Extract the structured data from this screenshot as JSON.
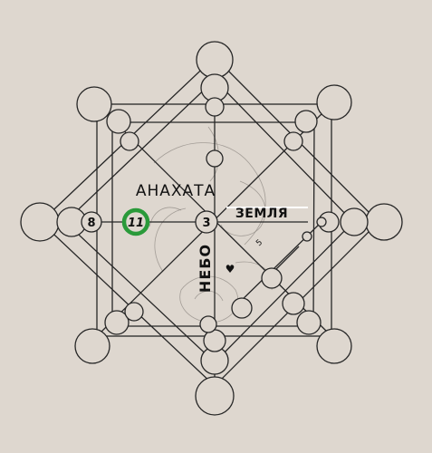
{
  "labels": {
    "anahata": "АНАХАТА",
    "zemlya": "ЗЕМЛЯ",
    "nebo": "НЕБО"
  },
  "numbers": {
    "center": "3",
    "left_outer": "8",
    "left_inner": "11",
    "lower_small": "5"
  },
  "symbols": {
    "heart": "♥"
  },
  "colors": {
    "background": "#ded7cf",
    "line": "#262626",
    "highlight_ring": "#2a9a3a"
  }
}
